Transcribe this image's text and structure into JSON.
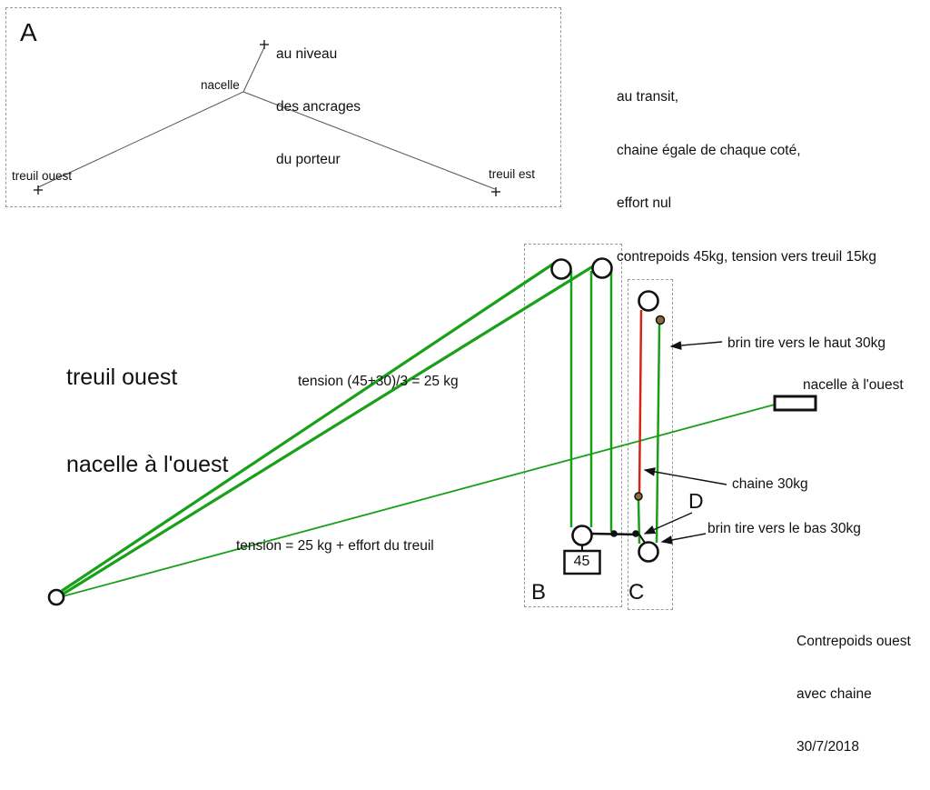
{
  "colors": {
    "rope_green": "#18a018",
    "chain_red": "#d42616",
    "dashed_border": "#999999"
  },
  "panel_a": {
    "label": "A",
    "anchor_note": [
      "au niveau",
      "des ancrages",
      "du porteur"
    ],
    "nacelle": "nacelle",
    "treuil_ouest": "treuil ouest",
    "treuil_est": "treuil est"
  },
  "transit_note": [
    "au transit,",
    "chaine égale de chaque coté,",
    "effort nul",
    "contrepoids 45kg, tension vers treuil 15kg"
  ],
  "main": {
    "title": [
      "treuil ouest",
      "nacelle à l'ouest"
    ],
    "tension_upper": "tension (45+30)/3 = 25 kg",
    "tension_lower": "tension = 25 kg + effort du treuil",
    "counterweight": "45",
    "brin_haut": "brin tire vers le haut 30kg",
    "nacelle_ouest": "nacelle à l'ouest",
    "chaine": "chaine 30kg",
    "brin_bas": "brin tire vers le bas 30kg",
    "label_b": "B",
    "label_c": "C",
    "label_d": "D"
  },
  "footer": [
    "Contrepoids ouest",
    "avec chaine",
    "30/7/2018"
  ]
}
